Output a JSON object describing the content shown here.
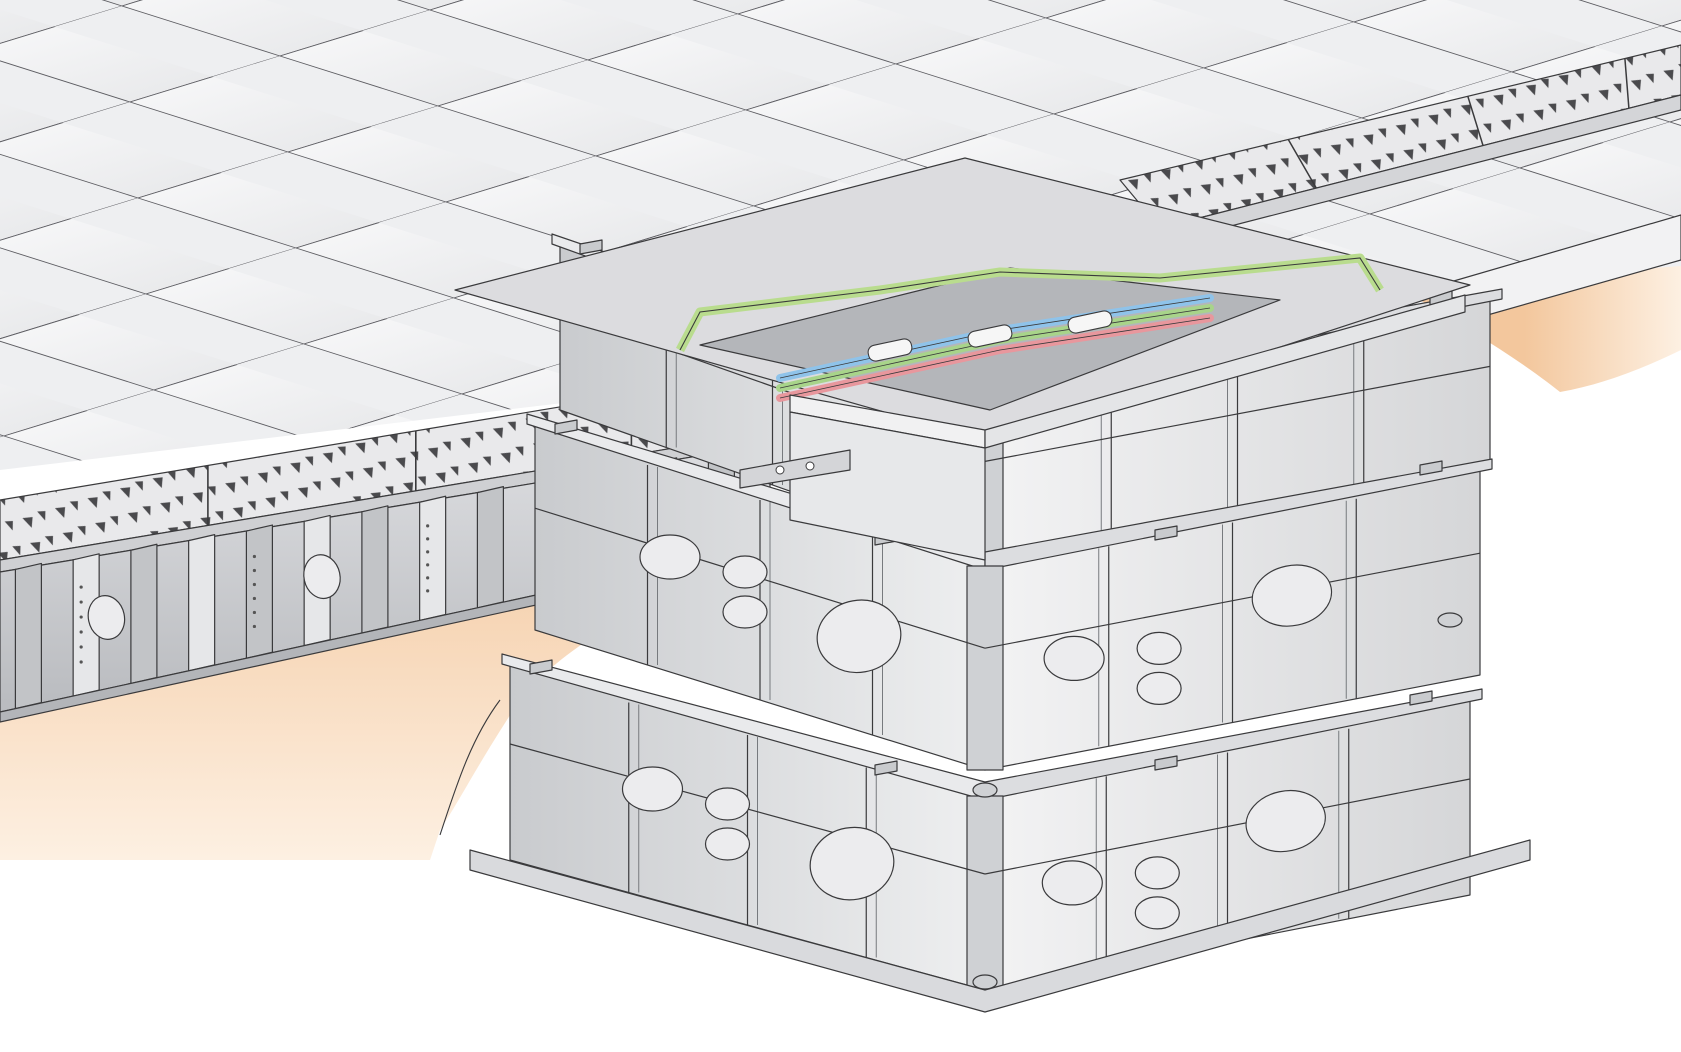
{
  "colors": {
    "background": "#ffffff",
    "tile": "#f4f4f5",
    "tile_shade": "#e2e3e5",
    "tile_line": "#6c6c70",
    "soil": "#f3c79d",
    "soil_light": "#fae3c9",
    "metal_light": "#eeeeef",
    "metal_mid": "#d7d8da",
    "metal_dark": "#a9abaf",
    "metal_deep": "#8c8e92",
    "outline": "#3a3a3c",
    "cable_blue": "#8fc3ea",
    "cable_green": "#a8d48a",
    "cable_red": "#e8979d",
    "cable_white": "#f6f6f6",
    "seal_green": "#b9dc8e",
    "grate_mark": "#555558"
  },
  "icons": {
    "grating": "triangle-pattern",
    "cable": "pipe-line",
    "chamber": "box-module"
  },
  "chamber_modules": 3,
  "cables": [
    "cable_blue",
    "cable_green",
    "cable_red"
  ]
}
